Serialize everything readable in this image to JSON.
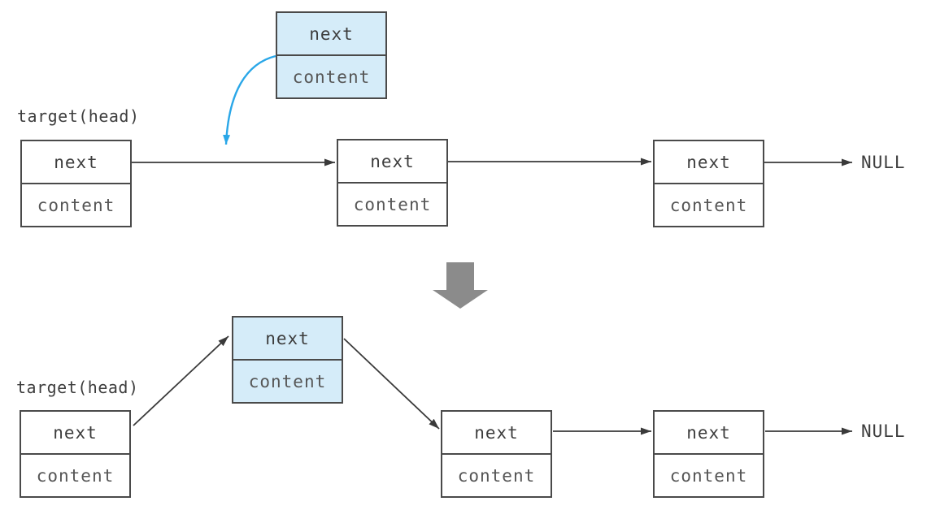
{
  "diagram_type": "linked-list-insertion",
  "colors": {
    "highlight_fill": "#d5ecf9",
    "box_border": "#4a4a4a",
    "wire": "#3a3a3a",
    "insert_arrow_blue": "#2aa7e8",
    "transition_arrow_gray": "#8b8b8b",
    "text": "#3d3d3d",
    "background": "#ffffff"
  },
  "before": {
    "head_label": "target(head)",
    "new_node": {
      "next": "next",
      "content": "content"
    },
    "list": [
      {
        "next": "next",
        "content": "content"
      },
      {
        "next": "next",
        "content": "content"
      },
      {
        "next": "next",
        "content": "content"
      }
    ],
    "null_label": "NULL"
  },
  "after": {
    "head_label": "target(head)",
    "inserted_node": {
      "next": "next",
      "content": "content"
    },
    "list": [
      {
        "next": "next",
        "content": "content"
      },
      {
        "next": "next",
        "content": "content"
      },
      {
        "next": "next",
        "content": "content"
      }
    ],
    "null_label": "NULL"
  }
}
